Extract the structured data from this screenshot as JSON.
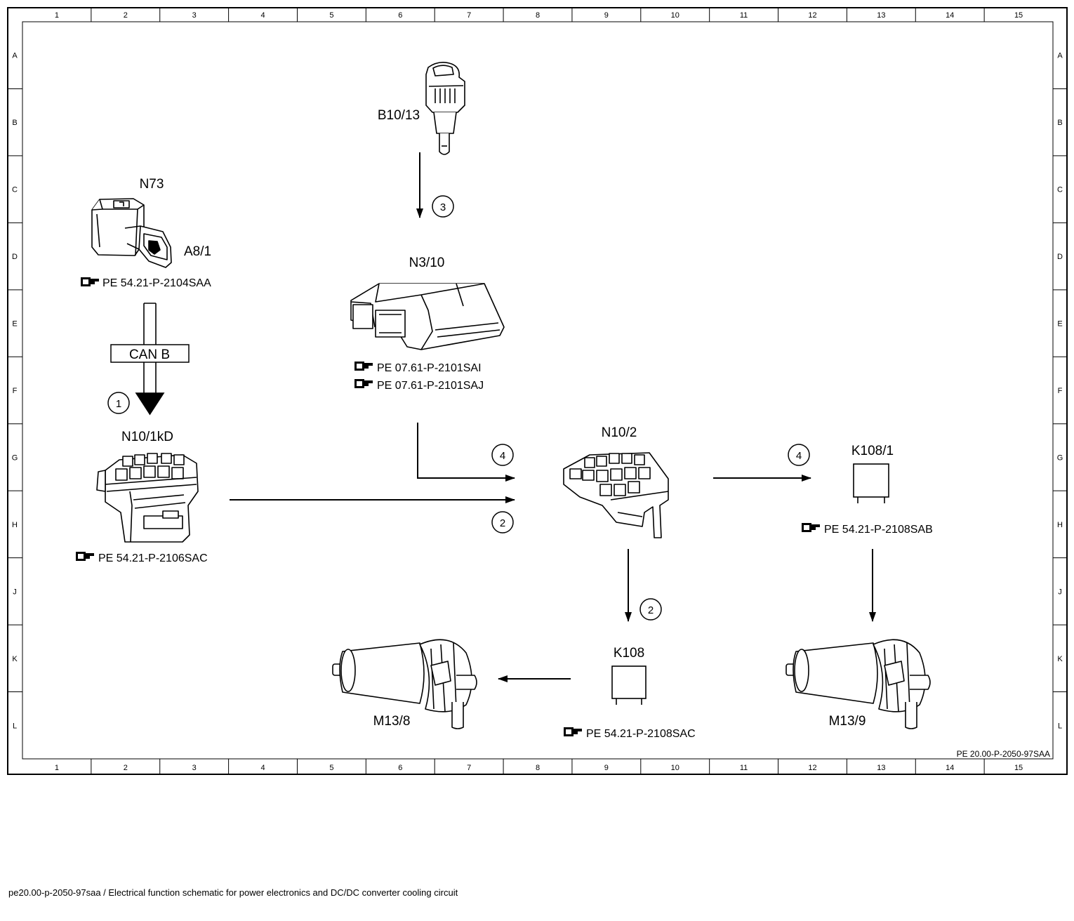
{
  "frame": {
    "columns": [
      "1",
      "2",
      "3",
      "4",
      "5",
      "6",
      "7",
      "8",
      "9",
      "10",
      "11",
      "12",
      "13",
      "14",
      "15"
    ],
    "rows": [
      "A",
      "B",
      "C",
      "D",
      "E",
      "F",
      "G",
      "H",
      "J",
      "K",
      "L"
    ],
    "doc_code": "PE 20.00-P-2050-97SAA"
  },
  "components": {
    "n73": "N73",
    "a8_1": "A8/1",
    "b10_13": "B10/13",
    "n3_10": "N3/10",
    "n10_1kd": "N10/1kD",
    "n10_2": "N10/2",
    "k108_1": "K108/1",
    "k108": "K108",
    "m13_8": "M13/8",
    "m13_9": "M13/9"
  },
  "references": {
    "n73": "PE 54.21-P-2104SAA",
    "n3_10_a": "PE 07.61-P-2101SAI",
    "n3_10_b": "PE 07.61-P-2101SAJ",
    "n10_1kd": "PE 54.21-P-2106SAC",
    "k108_1": "PE 54.21-P-2108SAB",
    "k108": "PE 54.21-P-2108SAC"
  },
  "bus_label": "CAN B",
  "steps": {
    "can": "1",
    "n10_1kd_to_n10_2": "2",
    "b10_13_to_n3_10": "3",
    "n3_10_to_n10_2": "4",
    "n10_2_to_k108_1": "4",
    "n10_2_to_k108": "2"
  },
  "caption": "pe20.00-p-2050-97saa / Electrical function schematic for power electronics and DC/DC converter cooling circuit"
}
